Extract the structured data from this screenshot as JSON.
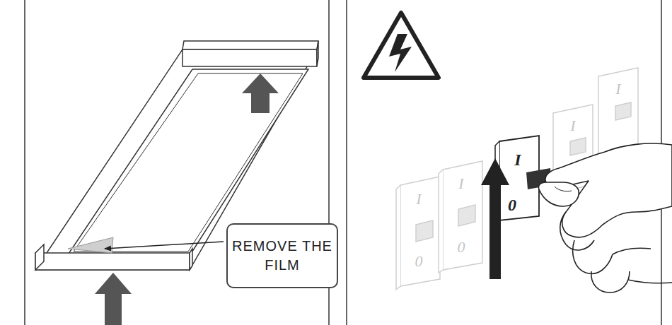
{
  "diagram": {
    "nodes": [
      {
        "text": [
          "REMOVE THE FILM"
        ]
      }
    ],
    "labels": [
      "I",
      "0",
      "I",
      "0",
      "I",
      "0",
      "I",
      "I"
    ]
  }
}
